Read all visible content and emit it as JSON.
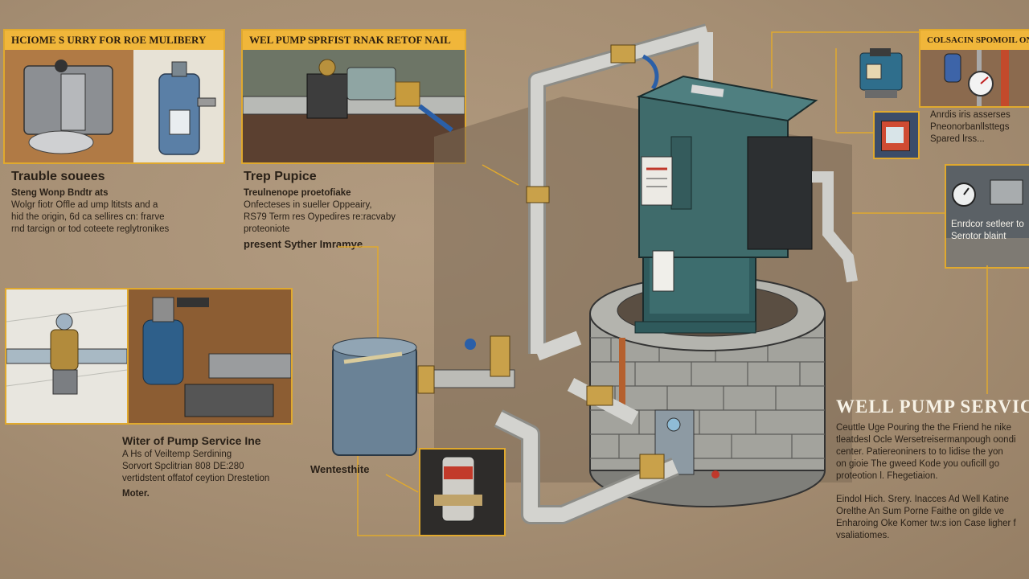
{
  "panels": {
    "top_left": {
      "title": "HCIOME S URRY FOR ROE MULIBERY"
    },
    "top_mid": {
      "title": "WEL PUMP SPRFIST RNAK RETOF NAIL"
    },
    "top_right": {
      "title": "COLSACIN SPOMOIL ON"
    }
  },
  "left_section": {
    "title": "Trauble souees",
    "subtitle": "Steng Wonp Bndtr ats",
    "lines": [
      "Wolgr fiotr Offle ad ump ltitsts and a",
      "hid the origin, 6d ca sellires cn: frarve",
      "rnd tarcign or tod coteete reglytronikes"
    ]
  },
  "mid_section": {
    "title": "Trep Pupice",
    "subtitle": "Treulnenope proetofiake",
    "lines": [
      "Onfecteses in sueller Oppeairy,",
      "RS79 Term res Oypedires re:racvaby",
      "proteoniote"
    ],
    "footer": "present Syther Imramye"
  },
  "lower_left": {
    "title": "Witer of Pump Service Ine",
    "lines": [
      "A Hs of Veiltemp Serdining",
      "Sorvort Spclitrian 808 DE:280",
      "vertidstent offatof ceytion Drestetion"
    ],
    "footer": "Moter."
  },
  "tank_label": "Wentesthite",
  "right_small": {
    "lines": [
      "Anrdis iris asserses",
      "Pneonorbanllsttegs",
      "Spared lrss..."
    ]
  },
  "right_gauge_caption": [
    "Enrdcor setleer to",
    "Serotor blaint"
  ],
  "right_section": {
    "title": "WELL PUMP SERVIC",
    "para1": [
      "Ceuttle Uge Pouring the the Friend he nike",
      "tleatdesl Ocle Wersetreisermanpough oondi",
      "center. Patiereoniners to to lidise the yon",
      "on gioie The gweed Kode you ouficill go",
      "proteotion l. Fhegetiaion."
    ],
    "para2": [
      "Eindol Hich. Srery. Inacces Ad Well Katine",
      "Orelthe An Sum Porne Faithe on gilde ve",
      "Enharoing Oke Komer tw:s ion Case ligher f",
      "vsaliatiomes."
    ]
  },
  "colors": {
    "accent": "#f0b63a",
    "kraft": "#a58e73",
    "pump_teal": "#3f6b6b",
    "pipe": "#c9c9c4",
    "brass": "#c9a14a",
    "stone": "#9a9a94"
  },
  "icons": [
    "pump-motor-icon",
    "pressure-gauge-icon",
    "brass-valve-icon",
    "pressure-tank-icon",
    "stone-well-icon"
  ]
}
